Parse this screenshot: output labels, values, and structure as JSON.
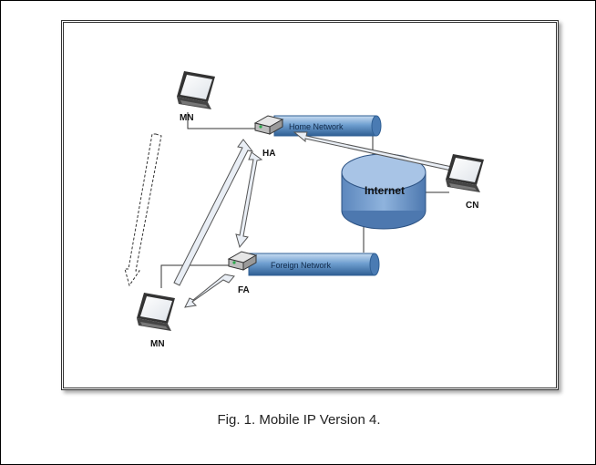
{
  "diagram": {
    "node_labels": {
      "mn_top": "MN",
      "mn_bottom": "MN",
      "ha": "HA",
      "fa": "FA",
      "cn": "CN",
      "internet": "Internet",
      "home_network": "Home Network",
      "foreign_network": "Foreign Network"
    }
  },
  "caption": "Fig. 1. Mobile IP Version 4.",
  "colors": {
    "pipe": "#6f9fd0",
    "pipe_dark": "#2f5f94",
    "internet": "#7fa5d3",
    "arrow": "#e9eef5"
  }
}
